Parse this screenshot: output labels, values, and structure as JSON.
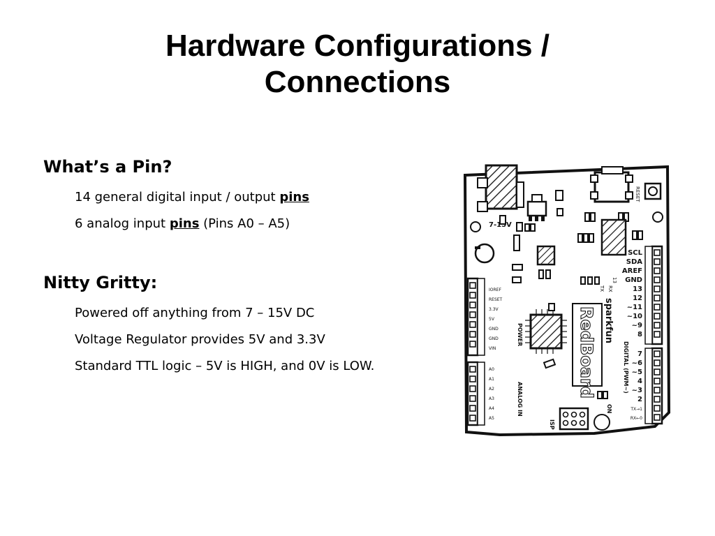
{
  "title": {
    "line1": "Hardware Configurations /",
    "line2": "Connections"
  },
  "section1": {
    "heading": "What’s a Pin?",
    "item1_prefix": "14 general digital input / output ",
    "item1_bold": "pins",
    "item2_prefix": "6 analog input ",
    "item2_bold": "pins",
    "item2_suffix": " (Pins A0 – A5)"
  },
  "section2": {
    "heading": "Nitty Gritty:",
    "items": [
      "Powered off anything from 7 – 15V DC",
      "Voltage Regulator provides 5V and 3.3V",
      "Standard TTL logic – 5V is HIGH, and 0V is LOW."
    ]
  },
  "board": {
    "brand": "sparkfun",
    "model": "RedBoard",
    "power_jack_label": "7-15V",
    "reset_label": "RESET",
    "power_header_label": "POWER",
    "analog_header_label": "ANALOG IN",
    "digital_header_label": "DIGITAL (PWM~)",
    "isp_label": "ISP",
    "on_label": "ON",
    "tx_label": "TX",
    "rx_label": "RX",
    "pin13_label": "13",
    "power_pins": [
      "IOREF",
      "RESET",
      "3.3V",
      "5V",
      "GND",
      "GND",
      "VIN"
    ],
    "analog_pins": [
      "A0",
      "A1",
      "A2",
      "A3",
      "A4",
      "A5"
    ],
    "top_right_pins": [
      "SCL",
      "SDA",
      "AREF",
      "GND",
      "13",
      "12",
      "~11",
      "~10",
      "~9",
      "8"
    ],
    "digital_pins": [
      "7",
      "~6",
      "~5",
      "4",
      "~3",
      "2",
      "TX→1",
      "RX←0"
    ]
  }
}
